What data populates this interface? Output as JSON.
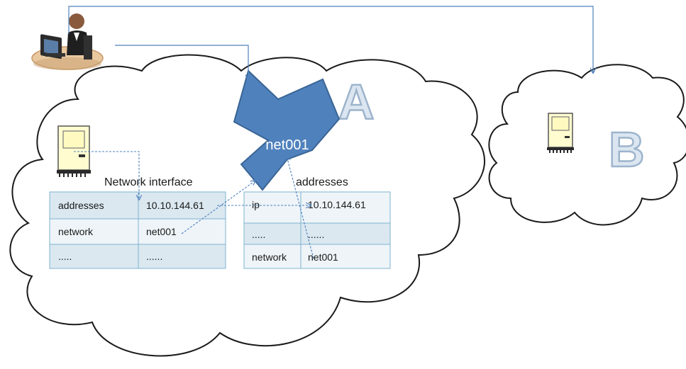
{
  "cloud_a": {
    "letter": "A",
    "net_shape_label": "net001",
    "interface_table": {
      "title": "Network interface",
      "rows": [
        [
          "addresses",
          "10.10.144.61"
        ],
        [
          "network",
          "net001"
        ],
        [
          ".....",
          "......"
        ]
      ]
    },
    "addresses_table": {
      "title": "addresses",
      "rows": [
        [
          "ip",
          "10.10.144.61"
        ],
        [
          ".....",
          "......"
        ],
        [
          "network",
          "net001"
        ]
      ]
    }
  },
  "cloud_b": {
    "letter": "B"
  },
  "icons": {
    "user": "user-at-computer-icon",
    "server_a": "server-computer-icon",
    "server_b": "server-computer-icon"
  },
  "colors": {
    "net_shape": "#4f81bd",
    "connector": "#4f81bd",
    "table_odd_row": "#dbe8f0",
    "table_even_row": "#eef4f8",
    "table_border": "#7fb3cf"
  }
}
